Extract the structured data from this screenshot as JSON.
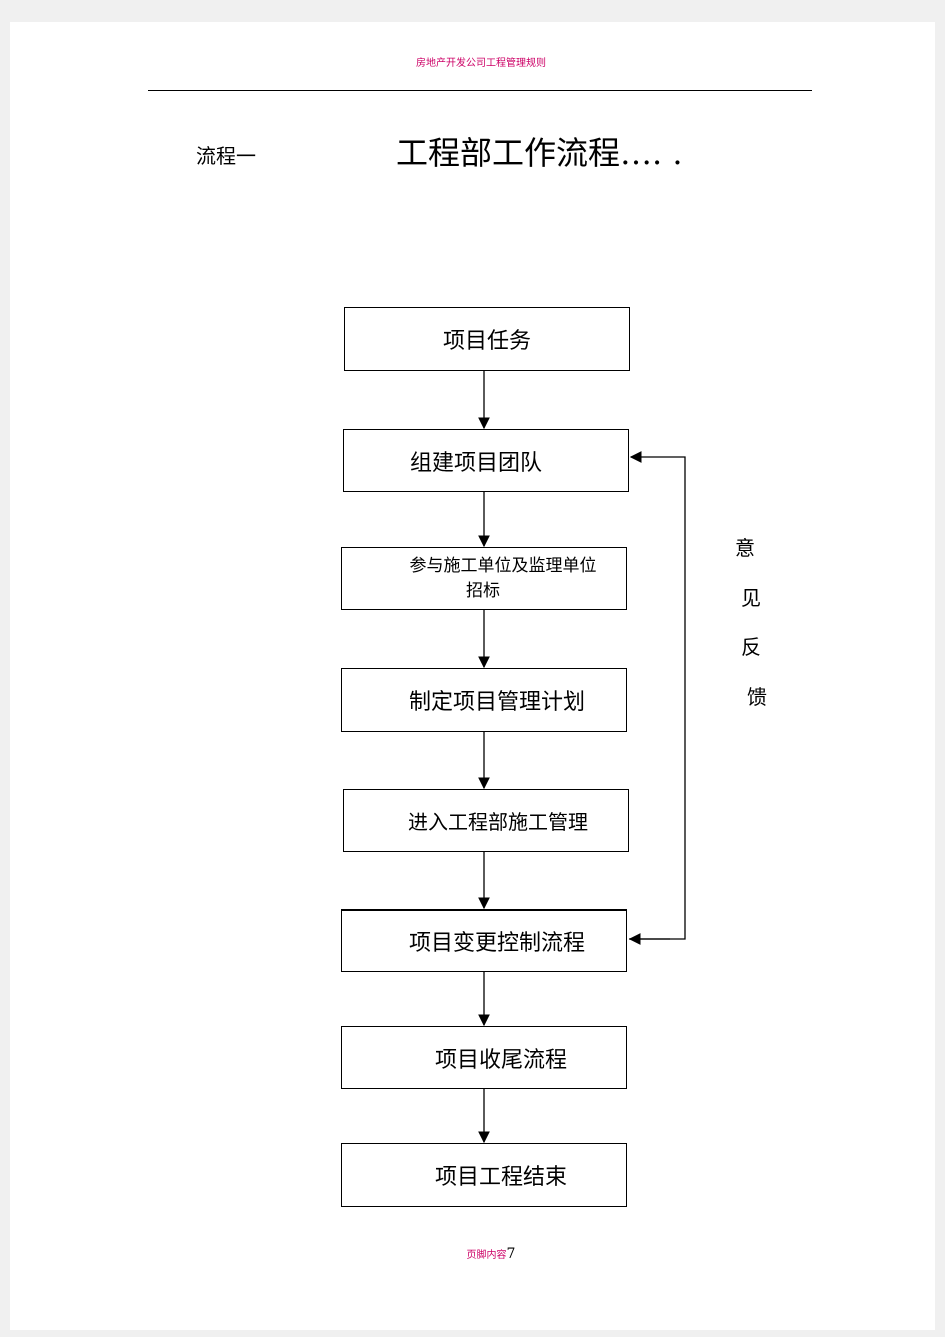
{
  "header": {
    "text": "房地产开发公司工程管理规则"
  },
  "title": {
    "flow_label": "流程一",
    "main": "工程部工作流程…. ."
  },
  "flow": {
    "steps": [
      "项目任务",
      "组建项目团队",
      "参与施工单位及监理单位招标",
      "制定项目管理计划",
      "进入工程部施工管理",
      "项目变更控制流程",
      "项目收尾流程",
      "项目工程结束"
    ],
    "step3_line1": "参与施工单位及监理单位",
    "step3_line2": "招标",
    "feedback": [
      "意",
      "见",
      "反",
      "馈"
    ]
  },
  "footer": {
    "text": "页脚内容",
    "page_number": "7"
  }
}
